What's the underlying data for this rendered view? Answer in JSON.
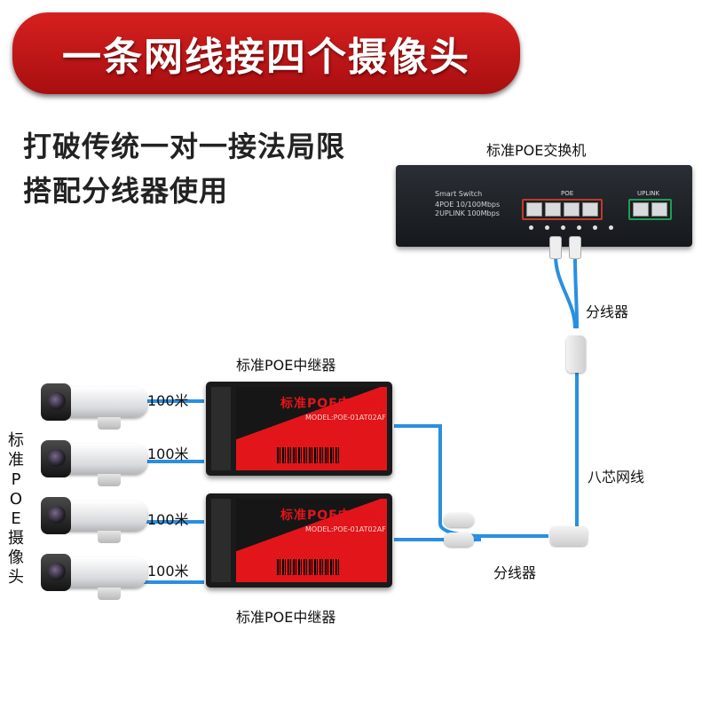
{
  "header": {
    "banner_title": "一条网线接四个摄像头",
    "subtitle_line1": "打破传统一对一接法局限",
    "subtitle_line2": "搭配分线器使用"
  },
  "labels": {
    "switch": "标准POE交换机",
    "splitter_top": "分线器",
    "cable": "八芯网线",
    "splitter_bottom": "分线器",
    "repeater_top": "标准POE中继器",
    "repeater_bottom": "标准POE中继器",
    "cameras_vertical": "标准POE摄像头"
  },
  "distances": [
    "100米",
    "100米",
    "100米",
    "100米"
  ],
  "switch_panel": {
    "brand": "Smart Switch",
    "spec1": "4POE 10/100Mbps",
    "spec2": "2UPLINK 100Mbps",
    "poe_label": "POE",
    "uplink_label": "UPLINK"
  },
  "repeater": {
    "title": "标准POE中继器",
    "model": "MODEL:POE-01AT02AF"
  },
  "colors": {
    "banner": "#c8191a",
    "cable": "#2a8fe0",
    "repeater_red": "#e2151a"
  }
}
